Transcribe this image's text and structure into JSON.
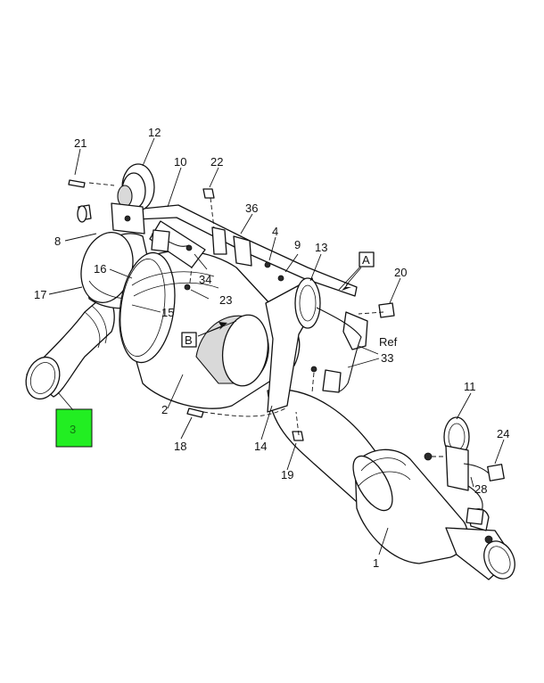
{
  "callouts": {
    "c21": "21",
    "c12": "12",
    "c10": "10",
    "c22": "22",
    "c8": "8",
    "c36": "36",
    "c4": "4",
    "c9": "9",
    "c13": "13",
    "cA": "A",
    "c20": "20",
    "c16": "16",
    "c17": "17",
    "c34": "34",
    "c23": "23",
    "c15": "15",
    "cB": "B",
    "cRef": "Ref",
    "c33": "33",
    "c2": "2",
    "c11": "11",
    "c3": "3",
    "c18": "18",
    "c14": "14",
    "c24": "24",
    "c19": "19",
    "c28": "28",
    "c1": "1"
  },
  "colors": {
    "highlight": "#22ee22",
    "line": "#111111"
  }
}
